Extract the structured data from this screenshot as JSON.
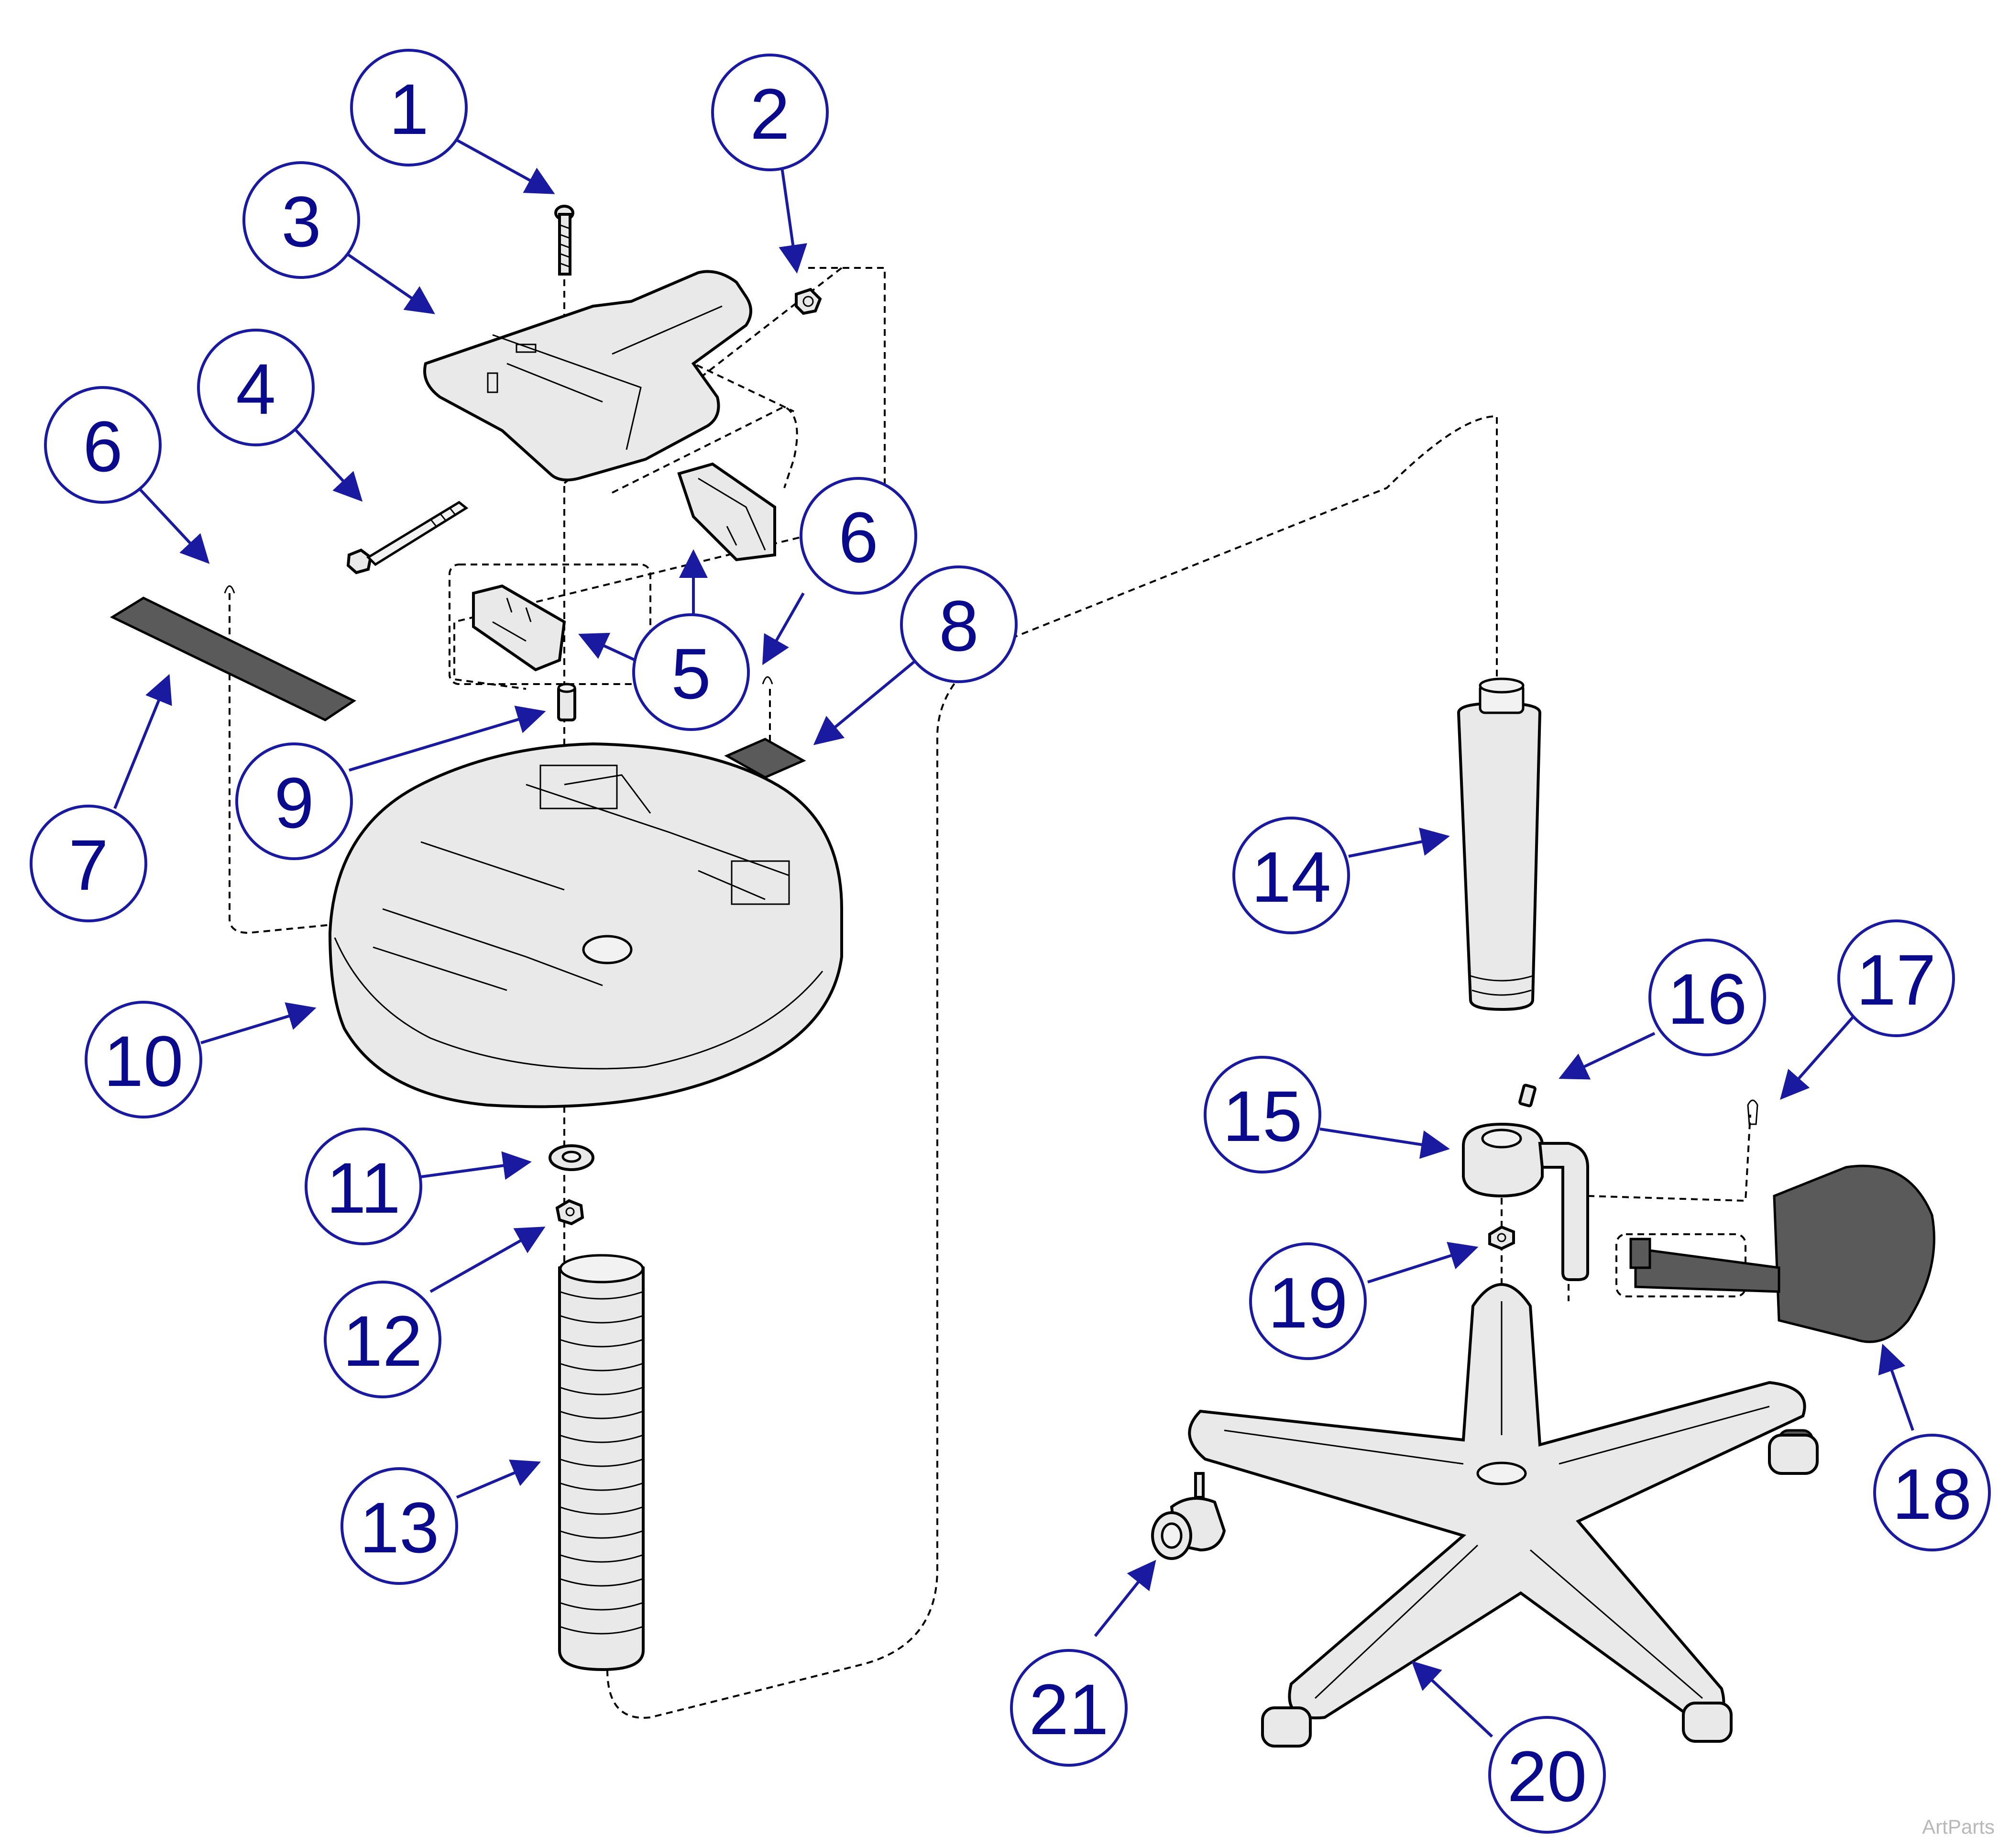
{
  "callouts": [
    {
      "id": "1",
      "label": "1"
    },
    {
      "id": "2",
      "label": "2"
    },
    {
      "id": "3",
      "label": "3"
    },
    {
      "id": "4",
      "label": "4"
    },
    {
      "id": "5",
      "label": "5"
    },
    {
      "id": "6a",
      "label": "6"
    },
    {
      "id": "6b",
      "label": "6"
    },
    {
      "id": "7",
      "label": "7"
    },
    {
      "id": "8",
      "label": "8"
    },
    {
      "id": "9",
      "label": "9"
    },
    {
      "id": "10",
      "label": "10"
    },
    {
      "id": "11",
      "label": "11"
    },
    {
      "id": "12",
      "label": "12"
    },
    {
      "id": "13",
      "label": "13"
    },
    {
      "id": "14",
      "label": "14"
    },
    {
      "id": "15",
      "label": "15"
    },
    {
      "id": "16",
      "label": "16"
    },
    {
      "id": "17",
      "label": "17"
    },
    {
      "id": "18",
      "label": "18"
    },
    {
      "id": "19",
      "label": "19"
    },
    {
      "id": "20",
      "label": "20"
    },
    {
      "id": "21",
      "label": "21"
    }
  ],
  "watermark": "ArtParts",
  "colors": {
    "callout_stroke": "#1a1aa0",
    "callout_text": "#0a0a8c",
    "part_fill": "#e9e9e9",
    "dark_part_fill": "#5a5a5a"
  }
}
